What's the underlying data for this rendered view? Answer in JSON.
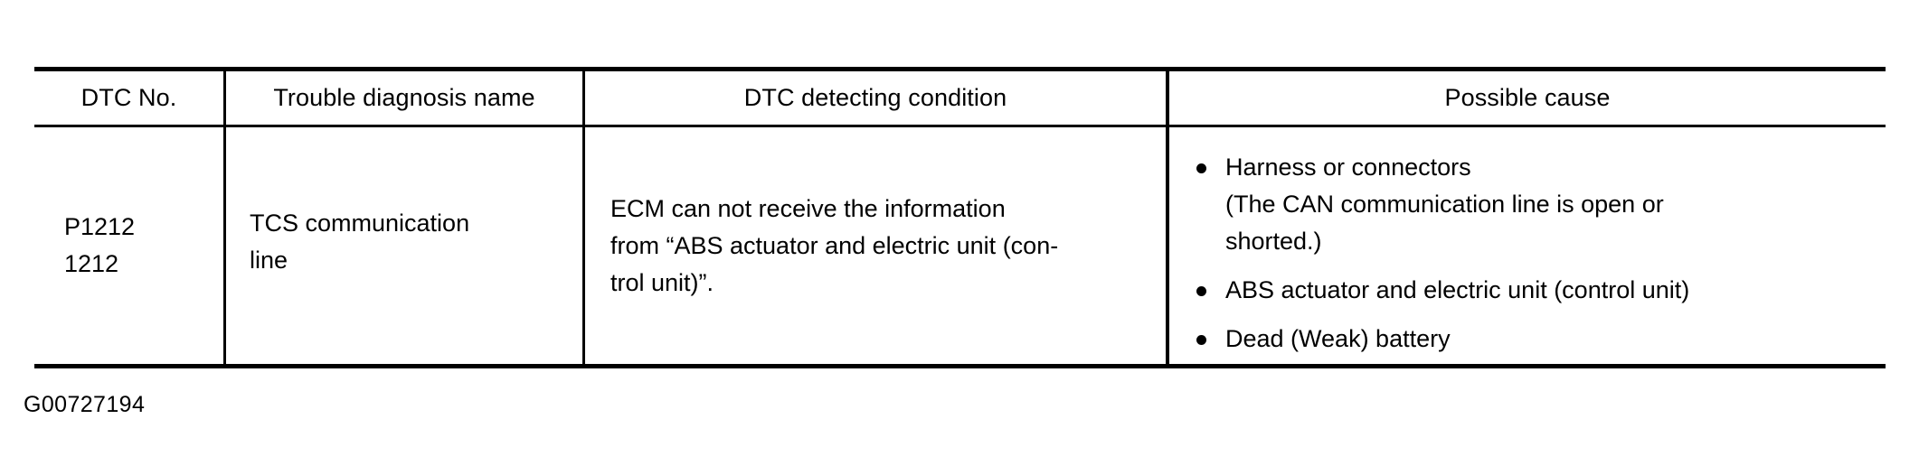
{
  "table": {
    "headers": [
      {
        "label": "DTC No."
      },
      {
        "label": "Trouble diagnosis name"
      },
      {
        "label": "DTC detecting condition"
      },
      {
        "label": "Possible cause"
      }
    ],
    "row": {
      "dtc_no": {
        "line1": "P1212",
        "line2": "1212"
      },
      "trouble_diagnosis_name": {
        "line1": "TCS communication",
        "line2": "line"
      },
      "dtc_detecting_condition": {
        "line1": "ECM can not receive the information",
        "line2": "from “ABS actuator and electric unit (con-",
        "line3": "trol unit)”."
      },
      "possible_cause": [
        {
          "bullet": "bullet-icon",
          "line1": "Harness or connectors",
          "line2": "(The CAN communication line is open or",
          "line3": "shorted.)"
        },
        {
          "bullet": "bullet-icon",
          "line1": "ABS actuator and electric unit (control unit)"
        },
        {
          "bullet": "bullet-icon",
          "line1": "Dead (Weak) battery"
        }
      ]
    }
  },
  "caption": "G00727194",
  "colors": {
    "ink": "#000000",
    "paper": "#ffffff"
  }
}
